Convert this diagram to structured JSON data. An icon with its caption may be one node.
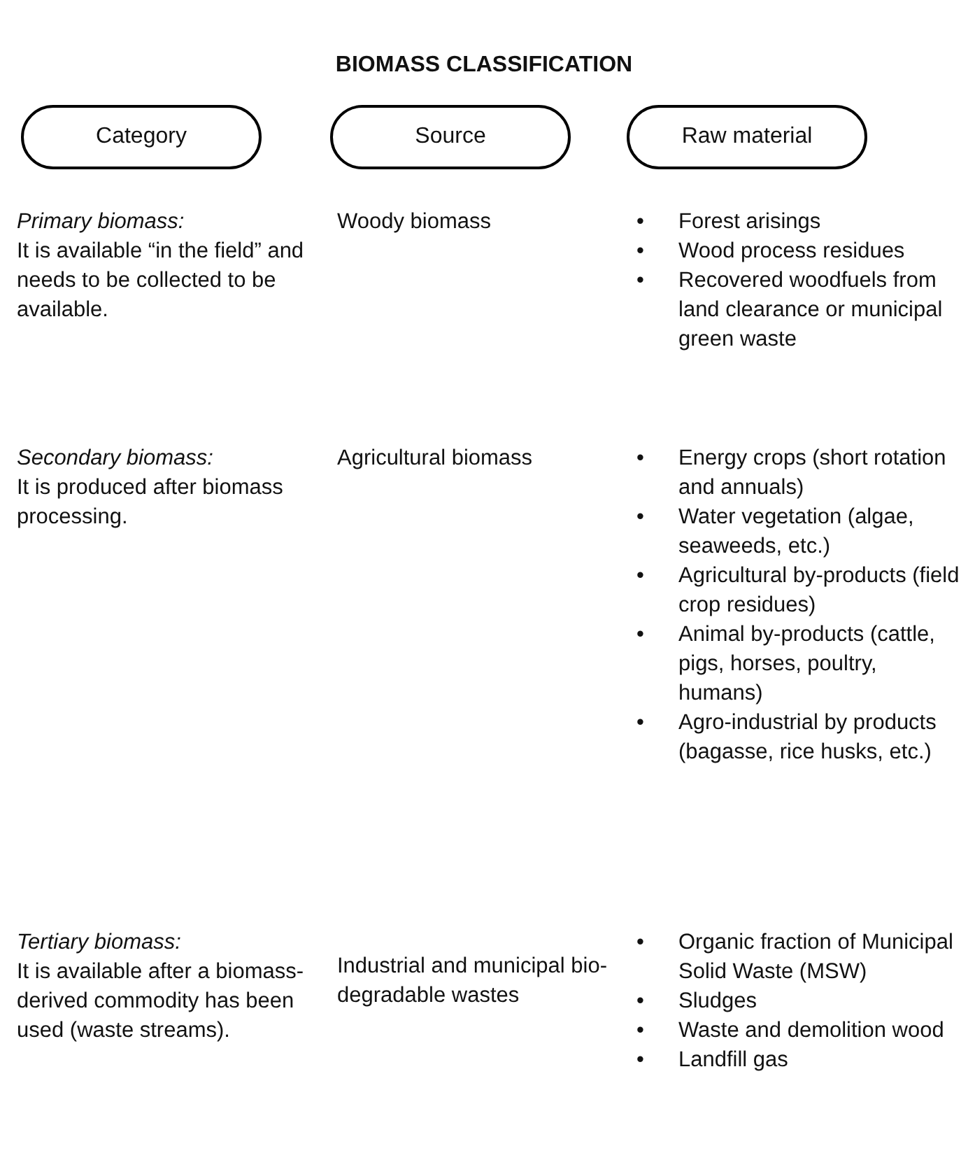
{
  "diagram": {
    "title": "BIOMASS CLASSIFICATION",
    "nodes": [
      {
        "text": [
          "Category"
        ]
      },
      {
        "text": [
          "Source"
        ]
      },
      {
        "text": [
          "Raw material"
        ]
      }
    ],
    "labels": [
      "Primary biomass:",
      "It is available “in the field” and needs to be collected to be available.",
      "Woody biomass",
      "•",
      "Forest arisings",
      "•",
      "Wood process residues",
      "•",
      "Recovered woodfuels from land clearance or municipal green waste",
      "Secondary biomass:",
      "It is produced after biomass processing.",
      "Agricultural biomass",
      "•",
      "Energy crops (short rotation and annuals)",
      "•",
      "Water vegetation (algae, seaweeds, etc.)",
      "•",
      "Agricultural by-products (field crop residues)",
      "•",
      "Animal by-products (cattle, pigs, horses, poultry, humans)",
      "•",
      "Agro-industrial by products (bagasse, rice husks, etc.)",
      "Tertiary biomass:",
      "It is available after a biomass-derived commodity has been used (waste streams).",
      "Industrial and municipal bio-degradable wastes",
      "•",
      "Organic fraction of Municipal Solid Waste (MSW)",
      "•",
      "Sludges",
      "•",
      "Waste and demolition wood",
      "•",
      "Landfill gas"
    ]
  }
}
